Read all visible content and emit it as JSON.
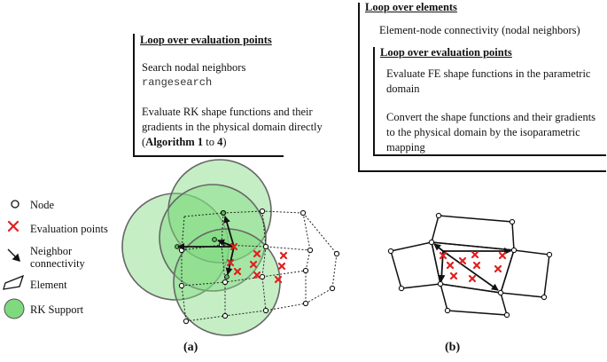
{
  "panel_a": {
    "loop_title": "Loop over evaluation points",
    "step1_line1": "Search nodal neighbors",
    "step1_code": "rangesearch",
    "step2_line1": "Evaluate RK shape functions and their",
    "step2_line2": "gradients in the physical domain directly",
    "step2_open": "(",
    "step2_bold1": "Algorithm 1",
    "step2_to": " to ",
    "step2_bold2": "4",
    "step2_close": ")",
    "caption": "(a)"
  },
  "panel_b": {
    "outer_title": "Loop over elements",
    "connectivity": "Element-node connectivity (nodal neighbors)",
    "inner_title": "Loop over evaluation points",
    "fe_line1": "Evaluate FE shape functions in the parametric",
    "fe_line2": "domain",
    "convert_line1": "Convert the shape functions and their gradients",
    "convert_line2": "to the physical domain by the isoparametric",
    "convert_line3": "mapping",
    "caption": "(b)"
  },
  "legend": {
    "node": "Node",
    "eval": "Evaluation points",
    "neighbor_line1": "Neighbor",
    "neighbor_line2": "connectivity",
    "element": "Element",
    "support": "RK Support"
  },
  "colors": {
    "support_fill": "#7fd97f",
    "eval_marker": "#e02020",
    "lines": "#111111"
  }
}
